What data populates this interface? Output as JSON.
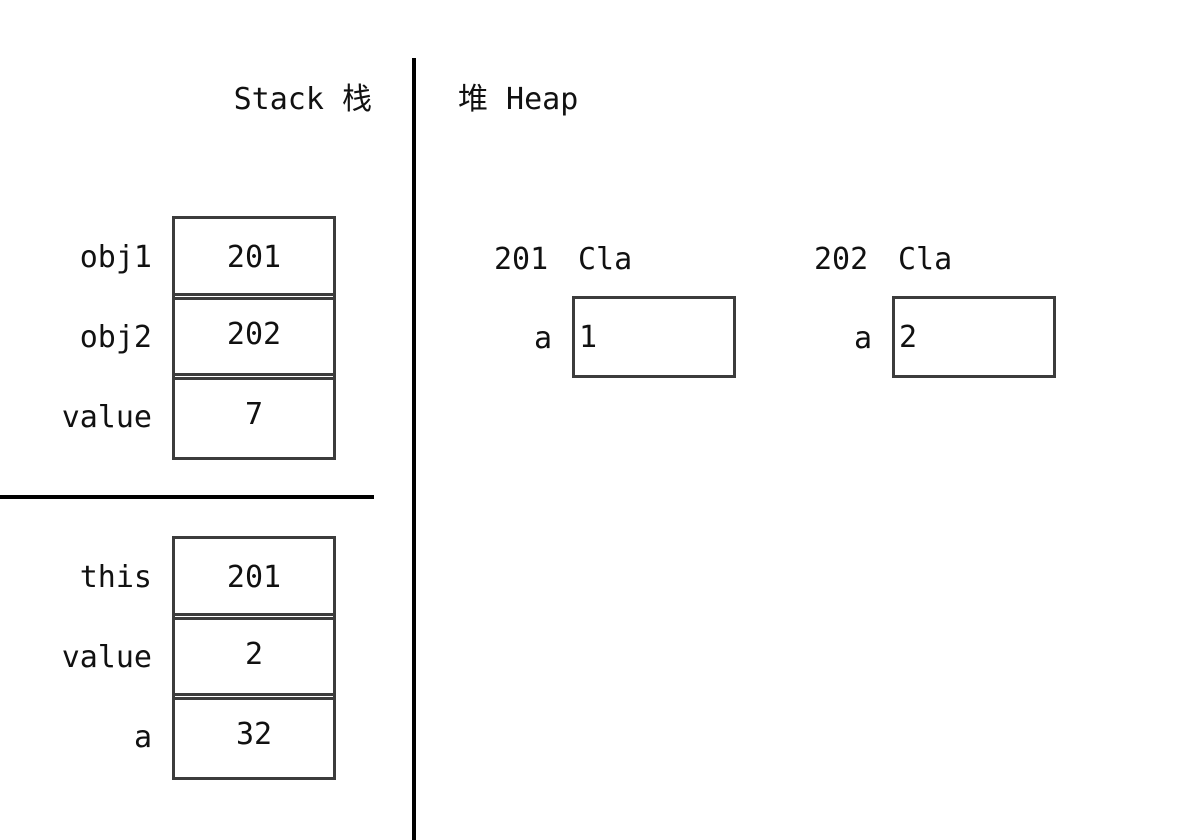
{
  "stack": {
    "title": "Stack 栈",
    "frames": [
      {
        "slots": [
          {
            "name": "obj1",
            "value": "201"
          },
          {
            "name": "obj2",
            "value": "202"
          },
          {
            "name": "value",
            "value": "7"
          }
        ]
      },
      {
        "slots": [
          {
            "name": "this",
            "value": "201"
          },
          {
            "name": "value",
            "value": "2"
          },
          {
            "name": "a",
            "value": "32"
          }
        ]
      }
    ]
  },
  "heap": {
    "title": "堆 Heap",
    "objects": [
      {
        "address": "201",
        "class_name": "Cla",
        "fields": [
          {
            "name": "a",
            "value": "1"
          }
        ]
      },
      {
        "address": "202",
        "class_name": "Cla",
        "fields": [
          {
            "name": "a",
            "value": "2"
          }
        ]
      }
    ]
  }
}
